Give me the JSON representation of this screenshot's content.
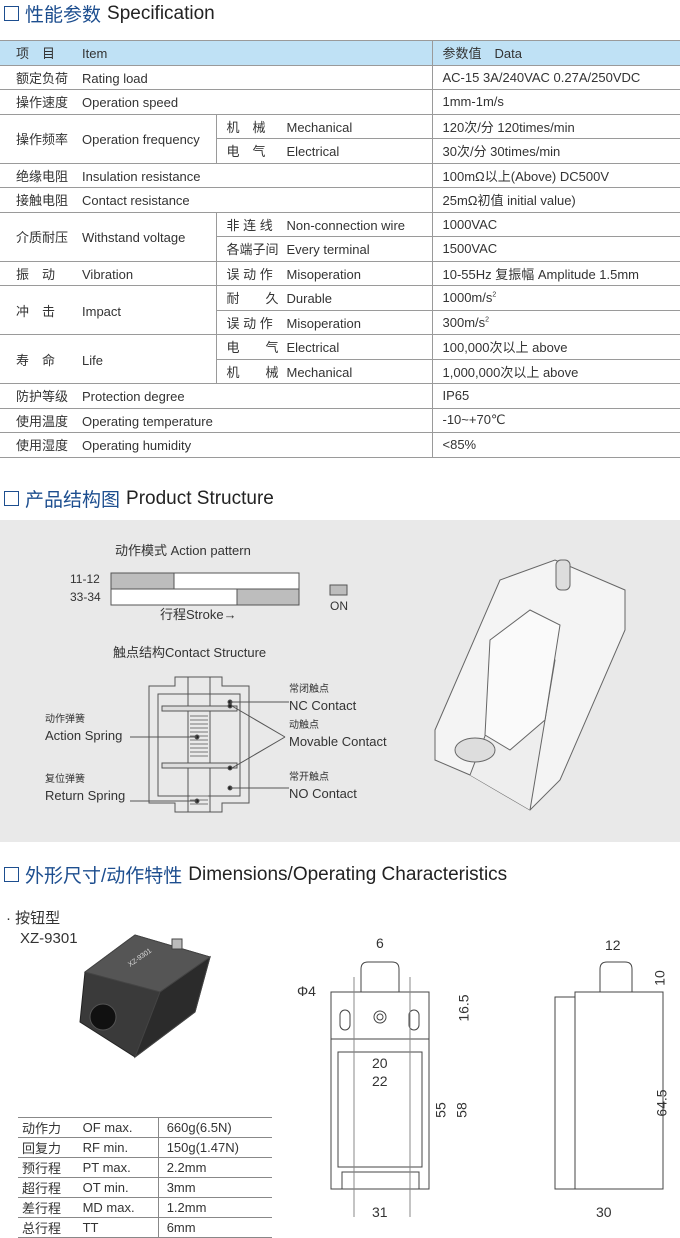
{
  "sections": {
    "spec": {
      "zh": "性能参数",
      "en": "Specification"
    },
    "structure": {
      "zh": "产品结构图",
      "en": "Product Structure"
    },
    "dims": {
      "zh": "外形尺寸/动作特性",
      "en": "Dimensions/Operating Characteristics"
    }
  },
  "spec_table": {
    "header": {
      "item_zh": "项　目",
      "item_en": "Item",
      "data": "参数值　Data"
    },
    "rows": [
      {
        "zh": "额定负荷",
        "en": "Rating load",
        "data": "AC-15  3A/240VAC   0.27A/250VDC"
      },
      {
        "zh": "操作速度",
        "en": "Operation speed",
        "data": "1mm-1m/s"
      },
      {
        "zh": "操作频率",
        "en": "Operation frequency",
        "sub": [
          {
            "zh": "机　械",
            "en": "Mechanical",
            "data": "120次/分 120times/min"
          },
          {
            "zh": "电　气",
            "en": "Electrical",
            "data": "30次/分 30times/min"
          }
        ]
      },
      {
        "zh": "绝缘电阻",
        "en": "Insulation resistance",
        "data": "100mΩ以上(Above) DC500V"
      },
      {
        "zh": "接触电阻",
        "en": "Contact resistance",
        "data": "25mΩ初值 initial value)"
      },
      {
        "zh": "介质耐压",
        "en": "Withstand voltage",
        "sub": [
          {
            "zh": "非 连 线",
            "en": "Non-connection wire",
            "data": "1000VAC"
          },
          {
            "zh": "各端子间",
            "en": "Every terminal",
            "data": "1500VAC"
          }
        ]
      },
      {
        "zh": "振　动",
        "en": "Vibration",
        "sub": [
          {
            "zh": "误 动 作",
            "en": "Misoperation",
            "data": "10-55Hz  复振幅  Amplitude 1.5mm"
          }
        ]
      },
      {
        "zh": "冲　击",
        "en": "Impact",
        "sub": [
          {
            "zh": "耐　　久",
            "en": "Durable",
            "data": "1000m/s",
            "sup": "2"
          },
          {
            "zh": "误 动 作",
            "en": "Misoperation",
            "data": "300m/s",
            "sup": "2"
          }
        ]
      },
      {
        "zh": "寿　命",
        "en": "Life",
        "sub": [
          {
            "zh": "电　　气",
            "en": "Electrical",
            "data": "100,000次以上 above"
          },
          {
            "zh": "机　　械",
            "en": "Mechanical",
            "data": "1,000,000次以上 above"
          }
        ]
      },
      {
        "zh": "防护等级",
        "en": "Protection degree",
        "data": "IP65"
      },
      {
        "zh": "使用温度",
        "en": "Operating temperature",
        "data": "-10~+70℃"
      },
      {
        "zh": "使用湿度",
        "en": "Operating humidity",
        "data": "<85%"
      }
    ]
  },
  "structure": {
    "action_title": "动作模式 Action pattern",
    "row1": "11-12",
    "row2": "33-34",
    "stroke": "行程Stroke→",
    "on": "ON",
    "contact_title": "触点结构Contact Structure",
    "labels": {
      "action_zh": "动作弹簧",
      "action_en": "Action Spring",
      "return_zh": "复位弹簧",
      "return_en": "Return Spring",
      "nc_zh": "常闭触点",
      "nc_en": "NC Contact",
      "mov_zh": "动触点",
      "mov_en": "Movable Contact",
      "no_zh": "常开触点",
      "no_en": "NO Contact"
    },
    "colors": {
      "on": "#bdbdbd",
      "panel": "#e9e9e9"
    }
  },
  "product": {
    "type": "· 按钮型",
    "model": "XZ-9301",
    "body_label": "XZ-9301"
  },
  "dims": {
    "front": {
      "top": "6",
      "hole": "Φ4",
      "h1": "16.5",
      "w1": "20",
      "w2": "22",
      "h2": "55",
      "h3": "58",
      "width": "31"
    },
    "side": {
      "top": "12",
      "h1": "10",
      "h2": "64.5",
      "width": "30"
    }
  },
  "op_table": [
    {
      "zh": "动作力",
      "code": "OF  max.",
      "value": "660g(6.5N)"
    },
    {
      "zh": "回复力",
      "code": "RF  min.",
      "value": "150g(1.47N)"
    },
    {
      "zh": "预行程",
      "code": "PT  max.",
      "value": "2.2mm"
    },
    {
      "zh": "超行程",
      "code": "OT  min.",
      "value": "3mm"
    },
    {
      "zh": "差行程",
      "code": "MD max.",
      "value": "1.2mm"
    },
    {
      "zh": "总行程",
      "code": "TT",
      "value": "6mm"
    }
  ]
}
